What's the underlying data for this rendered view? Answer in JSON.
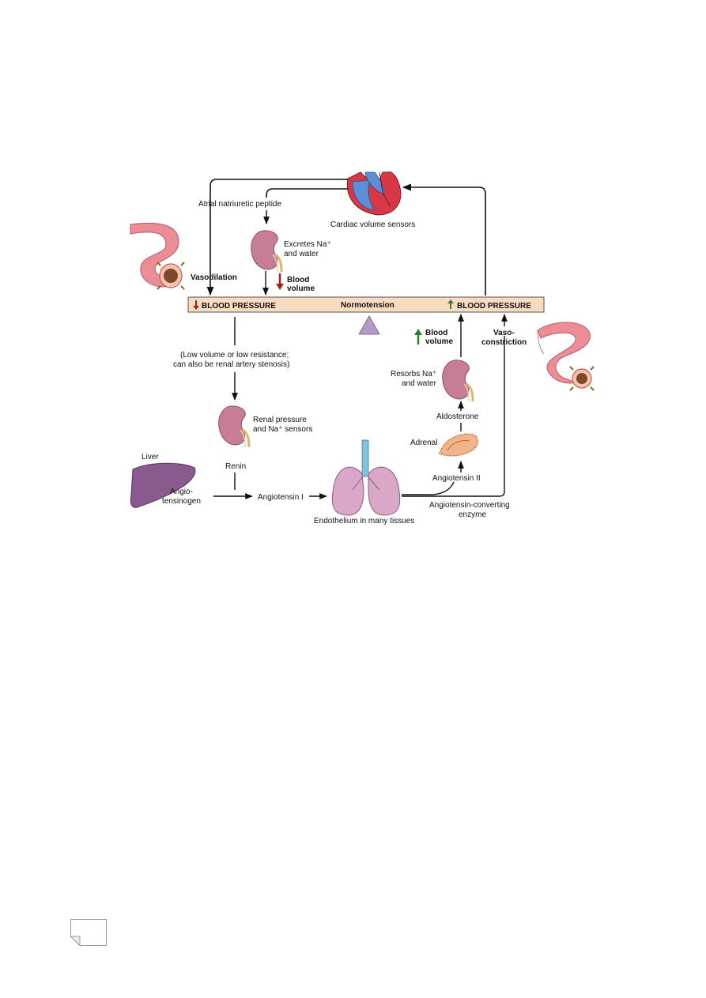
{
  "title": "",
  "bar": {
    "left_label": "BLOOD PRESSURE",
    "center_label": "Normotension",
    "right_label": "BLOOD PRESSURE",
    "left_arrow": "down",
    "right_arrow": "up",
    "bar_color": "#f8dcbf",
    "down_color": "#b01c1c",
    "up_color": "#2e7d32"
  },
  "labels": {
    "anp": "Atrial natriuretic peptide",
    "cardiac": "Cardiac volume sensors",
    "excretes_1": "Excretes Na⁺",
    "excretes_2": "and water",
    "vasodilation": "Vasodilation",
    "blood_volume_down_1": "Blood",
    "blood_volume_down_2": "volume",
    "low_volume_1": "(Low volume or low resistance;",
    "low_volume_2": "can also be renal artery stenosis)",
    "renal_sensors_1": "Renal pressure",
    "renal_sensors_2": "and Na⁺ sensors",
    "renin": "Renin",
    "liver": "Liver",
    "angiotensinogen_1": "Angio-",
    "angiotensinogen_2": "tensinogen",
    "angiotensin_1": "Angiotensin I",
    "endothelium": "Endothelium in many tissues",
    "ace_1": "Angiotensin-converting",
    "ace_2": "enzyme",
    "angiotensin_2": "Angiotensin II",
    "adrenal": "Adrenal",
    "aldosterone": "Aldosterone",
    "resorbs_1": "Resorbs Na⁺",
    "resorbs_2": "and water",
    "blood_volume_up_1": "Blood",
    "blood_volume_up_2": "volume",
    "vaso_1": "Vaso-",
    "vaso_2": "constriction"
  },
  "icons": [
    "heart-icon",
    "kidney-icon",
    "liver-icon",
    "lungs-icon",
    "adrenal-icon",
    "artery-icon"
  ],
  "colors": {
    "kidney": "#c77d96",
    "liver": "#8a5a8e",
    "lungs": "#d9a7c7",
    "artery": "#ec8d95",
    "heart_red": "#d83845",
    "heart_blue": "#5d8fd6",
    "adrenal": "#f3b48a",
    "fulcrum": "#b89ac9"
  }
}
